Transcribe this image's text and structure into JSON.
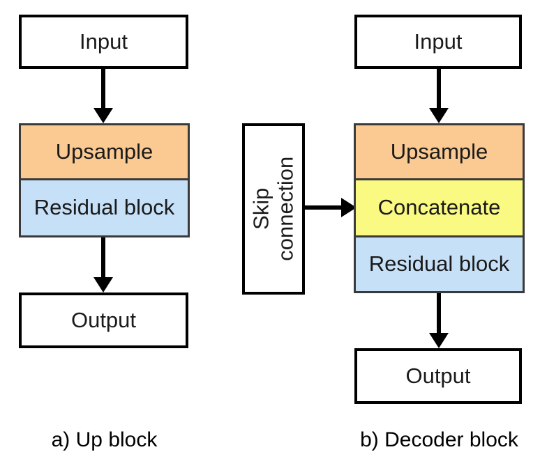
{
  "figure": {
    "title": "",
    "panels": [
      {
        "id": "panel-a",
        "caption": "a) Up block",
        "nodes": [
          {
            "id": "a-input",
            "label": "Input",
            "kind": "io",
            "color": "#ffffff"
          },
          {
            "id": "a-upsample",
            "label": "Upsample",
            "kind": "layer",
            "color": "#fbc992"
          },
          {
            "id": "a-residual",
            "label": "Residual block",
            "kind": "layer",
            "color": "#c6e0f7"
          },
          {
            "id": "a-output",
            "label": "Output",
            "kind": "io",
            "color": "#ffffff"
          }
        ],
        "edges": [
          {
            "from": "a-input",
            "to": "a-upsample",
            "direction": "down"
          },
          {
            "from": "a-residual",
            "to": "a-output",
            "direction": "down"
          }
        ]
      },
      {
        "id": "panel-b",
        "caption": "b) Decoder block",
        "nodes": [
          {
            "id": "b-input",
            "label": "Input",
            "kind": "io",
            "color": "#ffffff"
          },
          {
            "id": "b-skip",
            "label": "Skip connection",
            "label_line1": "Skip",
            "label_line2": "connection",
            "kind": "io",
            "color": "#ffffff",
            "orientation": "vertical-text"
          },
          {
            "id": "b-upsample",
            "label": "Upsample",
            "kind": "layer",
            "color": "#fbc992"
          },
          {
            "id": "b-concat",
            "label": "Concatenate",
            "kind": "layer",
            "color": "#fafa82"
          },
          {
            "id": "b-residual",
            "label": "Residual block",
            "kind": "layer",
            "color": "#c6e0f7"
          },
          {
            "id": "b-output",
            "label": "Output",
            "kind": "io",
            "color": "#ffffff"
          }
        ],
        "edges": [
          {
            "from": "b-input",
            "to": "b-upsample",
            "direction": "down"
          },
          {
            "from": "b-skip",
            "to": "b-concat",
            "direction": "right"
          },
          {
            "from": "b-residual",
            "to": "b-output",
            "direction": "down"
          }
        ]
      }
    ]
  },
  "palette": {
    "upsample": "#fbc992",
    "residual": "#c6e0f7",
    "concatenate": "#fafa82",
    "box_border": "#000000",
    "layer_border": "#3a3a3a",
    "background": "#ffffff",
    "arrow": "#000000"
  }
}
